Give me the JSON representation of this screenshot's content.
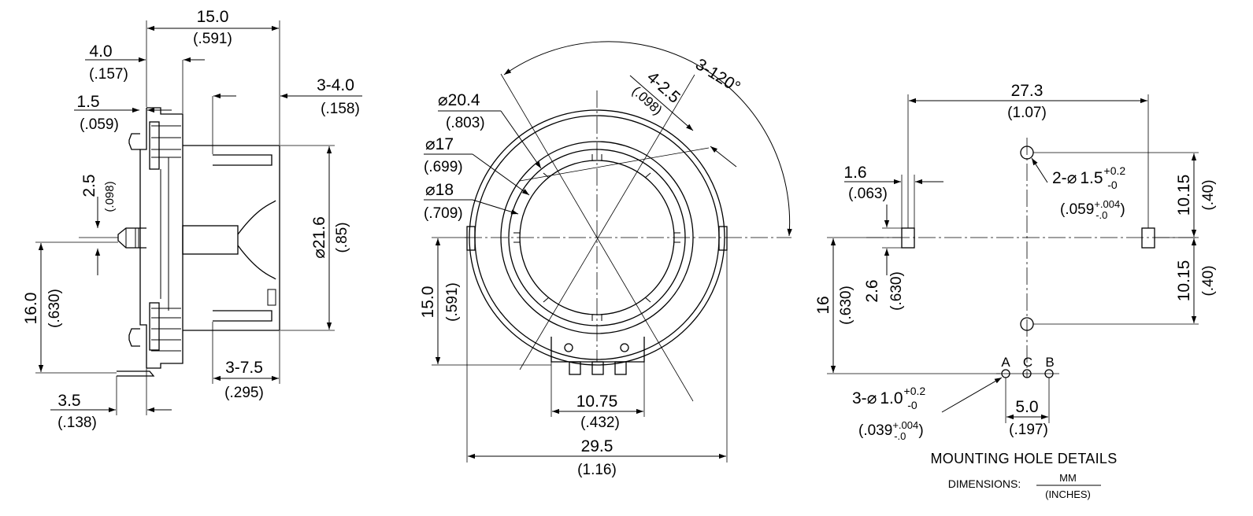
{
  "side_view": {
    "width_mm": "15.0",
    "width_in": "(.591)",
    "flange_mm": "4.0",
    "flange_in": "(.157)",
    "plate_mm": "1.5",
    "plate_in": "(.059)",
    "pin_mm": "2.5",
    "pin_in": "(.098)",
    "height_mm": "16.0",
    "height_in": "(.630)",
    "foot_mm": "3.5",
    "foot_in": "(.138)",
    "tab_mm": "3-4.0",
    "tab_in": "(.158)",
    "dia_mm": "21.6",
    "dia_in": "(.85)",
    "tabw_mm": "3-7.5",
    "tabw_in": "(.295)"
  },
  "front_view": {
    "angle": "3-120°",
    "slot_mm": "4-2.5",
    "slot_in": "(.098)",
    "d1_mm": "20.4",
    "d1_in": "(.803)",
    "d2_mm": "17",
    "d2_in": "(.699)",
    "d3_mm": "18",
    "d3_in": "(.709)",
    "h_mm": "15.0",
    "h_in": "(.591)",
    "pins_mm": "10.75",
    "pins_in": "(.432)",
    "w_mm": "29.5",
    "w_in": "(1.16)"
  },
  "mounting": {
    "span_mm": "27.3",
    "span_in": "(1.07)",
    "slotw_mm": "1.6",
    "slotw_in": "(.063)",
    "hole2_prefix": "2-",
    "hole2_mm": "1.5",
    "hole2_tol_mm_up": "+0.2",
    "hole2_tol_mm_low": "-0",
    "hole2_in": "(.059",
    "hole2_tol_in_up": "+.004",
    "hole2_tol_in_low": "-.0",
    "hole2_in_close": ")",
    "top_mm": "10.15",
    "top_in": "(.40)",
    "bot_mm": "10.15",
    "bot_in": "(.40)",
    "h16_mm": "16",
    "h16_in": "(.630)",
    "slot_h_mm": "2.6",
    "slot_h_in": "(.630)",
    "pin_a": "A",
    "pin_c": "C",
    "pin_b": "B",
    "hole3_prefix": "3-",
    "hole3_mm": "1.0",
    "hole3_tol_mm_up": "+0.2",
    "hole3_tol_mm_low": "-0",
    "hole3_in": "(.039",
    "hole3_tol_in_up": "+.004",
    "hole3_tol_in_low": "-.0",
    "hole3_in_close": ")",
    "pitch_mm": "5.0",
    "pitch_in": "(.197)",
    "title": "MOUNTING HOLE DETAILS",
    "dim_label": "DIMENSIONS:",
    "unit_mm": "MM",
    "unit_in": "(INCHES)"
  },
  "diameter_symbol": "⌀"
}
